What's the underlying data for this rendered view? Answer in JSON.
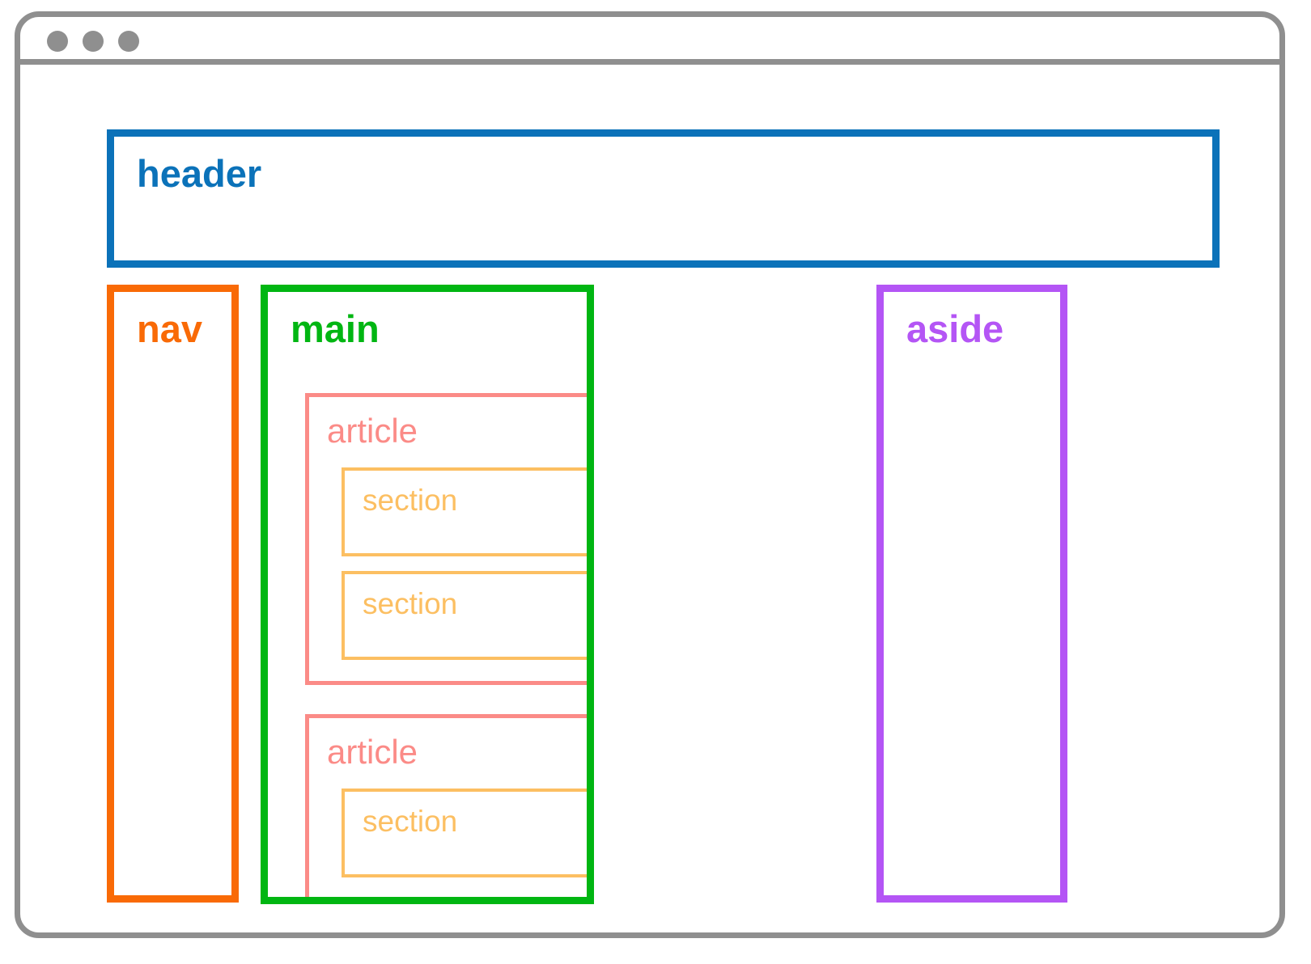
{
  "window": {
    "name": "browser-wireframe-window",
    "traffic_lights": [
      "close",
      "minimize",
      "maximize"
    ],
    "frame_color": "#8f8f8f"
  },
  "layout": {
    "header": {
      "label": "header",
      "color": "#0b72b9"
    },
    "nav": {
      "label": "nav",
      "color": "#f96a06"
    },
    "main": {
      "label": "main",
      "color": "#00b612",
      "articles": [
        {
          "label": "article",
          "color": "#fb8b87",
          "sections": [
            {
              "label": "section",
              "color": "#fcbf62"
            },
            {
              "label": "section",
              "color": "#fcbf62"
            }
          ]
        },
        {
          "label": "article",
          "color": "#fb8b87",
          "sections": [
            {
              "label": "section",
              "color": "#fcbf62"
            }
          ]
        }
      ]
    },
    "aside": {
      "label": "aside",
      "color": "#b455f5"
    }
  }
}
